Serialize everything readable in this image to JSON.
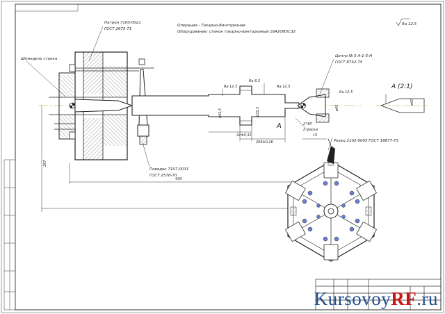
{
  "drawing": {
    "operation_line1": "Операция - Токарно-Винторезная",
    "operation_line2": "Оборудование: станок токарно-винторезный 16А20Ф3С32",
    "roughness_general": "Ra 12.5"
  },
  "labels": {
    "spindle": "Шпиндель станка",
    "chuck": "Патрон 7100-0021",
    "chuck_std": "ГОСТ 2675-71",
    "tailstock_pin": "Поводок 7107-0031",
    "tailstock_pin_std": "ГОСТ 2578-70",
    "center": "Центр № 5 А-1-5-Н",
    "center_std": "ГОСТ 8742-75",
    "cutter": "Резец 2102-0005 ГОСТ 18877-73",
    "view_a": "А",
    "detail_a": "А (2:1)"
  },
  "dimensions": {
    "d_left": "ø42,5",
    "d_mid": "ø32,5",
    "d_right": "ø45",
    "d_detail": "ø42",
    "len_1": "32±0,31",
    "len_2": "206±0,26",
    "len_3": "430",
    "len_4": "287",
    "len_5": "15",
    "chamfer": "2°45'",
    "chamfer2": "2 фаски",
    "rough_1": "Ra 12.5",
    "rough_2": "Ra 6.3",
    "rough_3": "Ra 12.5",
    "rough_4": "Ra 12.5"
  },
  "watermark": {
    "part1": "Kursovoy",
    "part2": "RF",
    "part3": ".ru"
  }
}
